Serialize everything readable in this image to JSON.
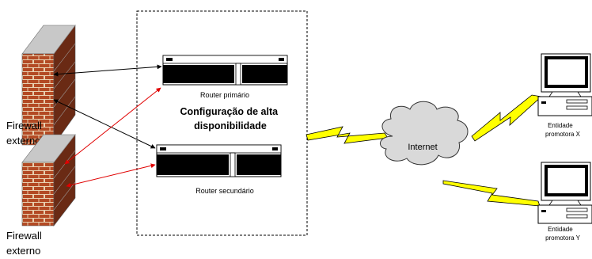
{
  "labels": {
    "firewall_top": [
      "Firewall",
      "externo"
    ],
    "firewall_bottom": [
      "Firewall",
      "externo"
    ],
    "router_primary": "Router primário",
    "router_secondary": "Router secundário",
    "ha_config": [
      "Configuração de alta",
      "disponibilidade"
    ],
    "internet": "Internet",
    "entity_x": [
      "Entidade",
      "promotora  X"
    ],
    "entity_y": [
      "Entidade",
      "promotora  Y"
    ]
  },
  "colors": {
    "black_link": "#000000",
    "red_link": "#e00000",
    "lightning": "#ffff00",
    "cloud": "#d9d9d9",
    "brick": "#b04020",
    "router_body": "#000000",
    "monitor_screen": "#000000"
  },
  "icons": {
    "firewall": "brick-wall-icon",
    "router": "router-icon",
    "cloud": "cloud-icon",
    "computer": "desktop-computer-icon",
    "link": "lightning-bolt-icon"
  }
}
